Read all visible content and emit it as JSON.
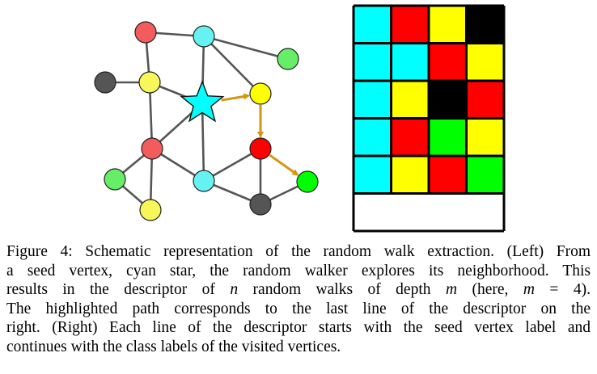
{
  "palette": {
    "cyan": "#00ffff",
    "red": "#ff0000",
    "yellow": "#ffff00",
    "black": "#000000",
    "green": "#00ff00",
    "white": "#ffffff",
    "node_red": "#f25c5c",
    "node_cyan": "#66f2f2",
    "node_green": "#66ee66",
    "node_yellow": "#f7f75a",
    "node_gray": "#555555",
    "edge": "#555555",
    "walk_arrow": "#d4950f"
  },
  "graph": {
    "seed_icon": "star-icon",
    "node_classes": [
      "red",
      "cyan",
      "green",
      "gray",
      "yellow",
      "yellow",
      "red",
      "red",
      "green",
      "cyan",
      "green",
      "yellow",
      "gray"
    ],
    "walk_steps": 3
  },
  "descriptor": {
    "rows": [
      [
        "cyan",
        "red",
        "yellow",
        "black"
      ],
      [
        "cyan",
        "cyan",
        "red",
        "yellow"
      ],
      [
        "cyan",
        "yellow",
        "black",
        "red"
      ],
      [
        "cyan",
        "red",
        "green",
        "yellow"
      ],
      [
        "cyan",
        "yellow",
        "red",
        "green"
      ],
      []
    ]
  },
  "caption": {
    "line1": "Figure 4: Schematic representation of the random walk extraction. (Left) From",
    "line2": "a seed vertex, cyan star, the random walker explores its neighborhood. This",
    "line3_a": "results in the descriptor of ",
    "var_n": "n",
    "line3_b": " random walks of depth ",
    "var_m": "m",
    "line3_c": " (here, ",
    "var_m2": "m",
    "line3_d": " = 4).",
    "line4": "The highlighted path corresponds to the last line of the descriptor on the",
    "line5": "right. (Right) Each line of the descriptor starts with the seed vertex label and",
    "line6": "continues with the class labels of the visited vertices."
  }
}
